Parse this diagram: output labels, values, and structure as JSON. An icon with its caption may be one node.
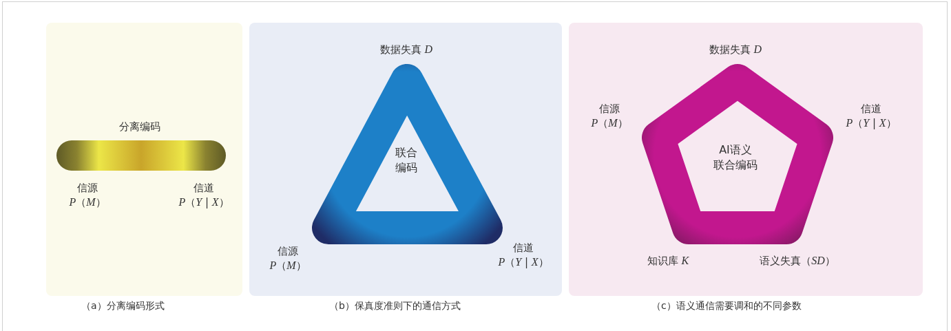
{
  "diagram": {
    "nodes": [
      {
        "text": [
          "（a）分离编码形式"
        ]
      },
      {
        "text": [
          "分离编码"
        ],
        "in": 0,
        "beside": [
          "信源 *P*（*M*）",
          "信道 *P*（*Y* | *X*）"
        ]
      },
      {
        "text": [
          "（b）保真度准则下的通信方式"
        ]
      },
      {
        "text": [
          "联合编码"
        ],
        "in": 2,
        "beside": [
          "数据失真 *D*",
          "信源 *P*（*M*）",
          "信道 *P*（*Y* | *X*）"
        ]
      },
      {
        "text": [
          "（c）语义通信需要调和的不同参数"
        ]
      },
      {
        "text": [
          "AI语义联合编码"
        ],
        "in": 4,
        "beside": [
          "数据失真 *D*",
          "信源 *P*（*M*）",
          "信道 *P*（*Y* | *X*）",
          "知识库 *K*",
          "语义失真（*SD*）"
        ]
      }
    ]
  }
}
